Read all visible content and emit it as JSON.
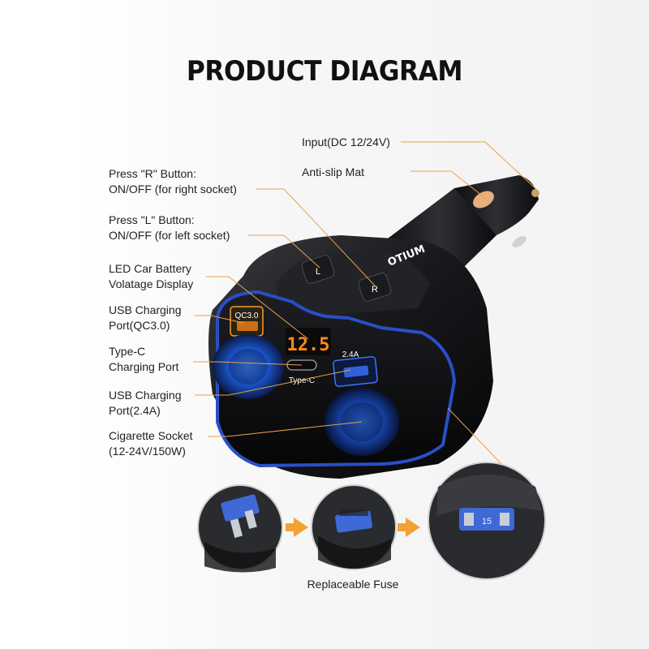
{
  "title": "PRODUCT DIAGRAM",
  "brand": "OTIUM",
  "display_value": "12.5",
  "port_labels": {
    "qc": "QC3.0",
    "typec": "Type-C",
    "usb24": "2.4A",
    "left_button": "L",
    "right_button": "R",
    "fuse_rating": "15"
  },
  "callouts": {
    "input": {
      "line1": "Input(DC 12/24V)"
    },
    "anti_slip": {
      "line1": "Anti-slip Mat"
    },
    "r_button": {
      "line1": "Press \"R\" Button:",
      "line2": "ON/OFF (for right socket)"
    },
    "l_button": {
      "line1": "Press \"L\" Button:",
      "line2": "ON/OFF (for left socket)"
    },
    "led_display": {
      "line1": "LED Car Battery",
      "line2": "Volatage Display"
    },
    "usb_qc": {
      "line1": "USB Charging",
      "line2": "Port(QC3.0)"
    },
    "type_c": {
      "line1": "Type-C",
      "line2": "Charging Port"
    },
    "usb_24": {
      "line1": "USB Charging",
      "line2": "Port(2.4A)"
    },
    "cigarette": {
      "line1": "Cigarette Socket",
      "line2": "(12-24V/150W)"
    }
  },
  "fuse_caption": "Replaceable Fuse",
  "colors": {
    "leader": "#e8a14a",
    "arrow": "#f3a133",
    "accent_blue": "#2a4ec8",
    "display": "#ff8a1a",
    "body": "#141416"
  }
}
